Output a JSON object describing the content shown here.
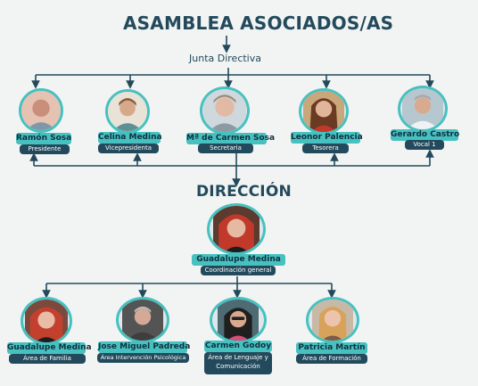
{
  "title": "ASAMBLEA ASOCIADOS/AS",
  "junta_label": "Junta Directiva",
  "direccion_label": "DIRECCIÓN",
  "junta": [
    {
      "name": "Ramón Sosa",
      "role": "Presidente"
    },
    {
      "name": "Celina Medina",
      "role": "Vicepresidenta"
    },
    {
      "name": "Mª de Carmen Sosa",
      "role": "Secretaria"
    },
    {
      "name": "Leonor Palencia",
      "role": "Tesorera"
    },
    {
      "name": "Gerardo Castro",
      "role": "Vocal 1"
    }
  ],
  "director": {
    "name": "Guadalupe Medina",
    "role": "Coordinación general"
  },
  "areas": [
    {
      "name": "Guadalupe Medina",
      "role": "Área de Familia"
    },
    {
      "name": "Jose Miguel Padreda",
      "role": "Área Intervención Psicológica"
    },
    {
      "name": "Carmen Godoy",
      "role": "Área de Lenguaje y Comunicación"
    },
    {
      "name": "Patricia Martín",
      "role": "Área de Formación"
    }
  ],
  "colors": {
    "navy": "#234a5c",
    "teal": "#47c1c0",
    "background": "#f2f4f3"
  }
}
